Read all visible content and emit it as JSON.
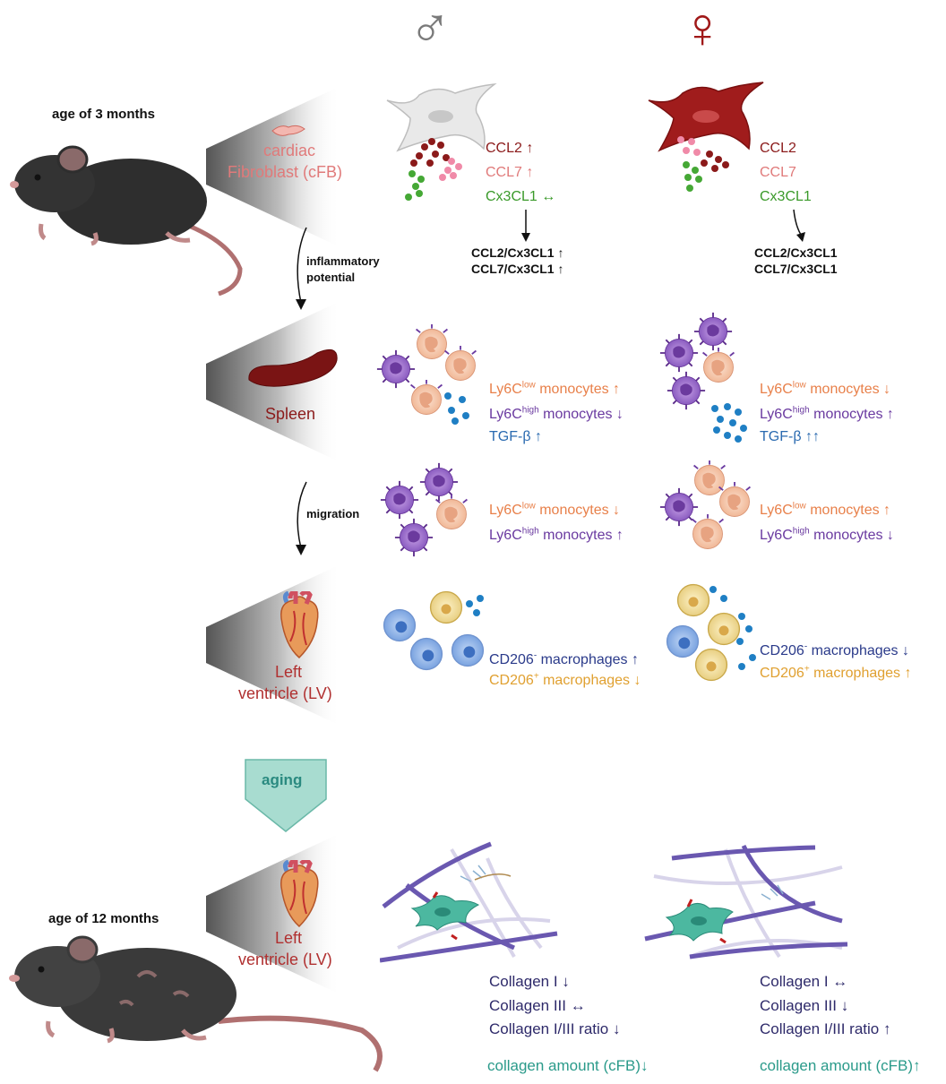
{
  "symbols": {
    "male": "♂",
    "female": "♀"
  },
  "ages": {
    "young": "age of 3 months",
    "old": "age of 12 months"
  },
  "organs": {
    "cfb_line1": "cardiac",
    "cfb_line2": "Fibroblast (cFB)",
    "spleen": "Spleen",
    "lv1_line1": "Left",
    "lv1_line2": "ventricle (LV)",
    "lv2_line1": "Left",
    "lv2_line2": "ventricle (LV)"
  },
  "arrows": {
    "inflammatory_line1": "inflammatory",
    "inflammatory_line2": "potential",
    "migration": "migration",
    "aging": "aging"
  },
  "male": {
    "ccl2": "CCL2 ↑",
    "ccl7": "CCL7 ↑",
    "cx3cl1": "Cx3CL1 ↔",
    "ratio1": "CCL2/Cx3CL1 ↑",
    "ratio2": "CCL7/Cx3CL1 ↑",
    "spleen_low_pre": "Ly6C",
    "spleen_low_sup": "low",
    "spleen_low_post": " monocytes ↑",
    "spleen_high_pre": "Ly6C",
    "spleen_high_sup": "high",
    "spleen_high_post": " monocytes ↓",
    "spleen_tgf": "TGF-β ↑",
    "mig_low_pre": "Ly6C",
    "mig_low_sup": "low",
    "mig_low_post": " monocytes ↓",
    "mig_high_pre": "Ly6C",
    "mig_high_sup": "high",
    "mig_high_post": " monocytes ↑",
    "cd206neg_pre": "CD206",
    "cd206neg_sup": "-",
    "cd206neg_post": " macrophages ↑",
    "cd206pos_pre": "CD206",
    "cd206pos_sup": "+",
    "cd206pos_post": " macrophages ↓",
    "col1": "Collagen I ↓",
    "col3": "Collagen III ↔",
    "ratio": "Collagen I/III ratio ↓",
    "amount": "collagen amount (cFB)↓"
  },
  "female": {
    "ccl2": "CCL2",
    "ccl7": "CCL7",
    "cx3cl1": "Cx3CL1",
    "ratio1": "CCL2/Cx3CL1",
    "ratio2": "CCL7/Cx3CL1",
    "spleen_low_pre": "Ly6C",
    "spleen_low_sup": "low",
    "spleen_low_post": " monocytes ↓",
    "spleen_high_pre": "Ly6C",
    "spleen_high_sup": "high",
    "spleen_high_post": " monocytes ↑",
    "spleen_tgf": "TGF-β ↑↑",
    "mig_low_pre": "Ly6C",
    "mig_low_sup": "low",
    "mig_low_post": " monocytes ↑",
    "mig_high_pre": "Ly6C",
    "mig_high_sup": "high",
    "mig_high_post": " monocytes ↓",
    "cd206neg_pre": "CD206",
    "cd206neg_sup": "-",
    "cd206neg_post": " macrophages ↓",
    "cd206pos_pre": "CD206",
    "cd206pos_sup": "+",
    "cd206pos_post": " macrophages ↑",
    "col1": "Collagen I ↔",
    "col3": "Collagen III ↓",
    "ratio": "Collagen I/III ratio ↑",
    "amount": "collagen amount (cFB)↑"
  },
  "colors": {
    "ccl2": "#8b1a1a",
    "ccl7": "#e07a7a",
    "cx3cl1": "#3a9a2a",
    "ly6c_low": "#e8804a",
    "ly6c_high": "#6a3aa0",
    "tgf": "#2a6ab0",
    "cd206_neg": "#2a3a8a",
    "cd206_pos": "#e0a030",
    "collagen": "#2e2a6a",
    "amount": "#2a9a8a",
    "aging_box": "#a8dcd0"
  }
}
